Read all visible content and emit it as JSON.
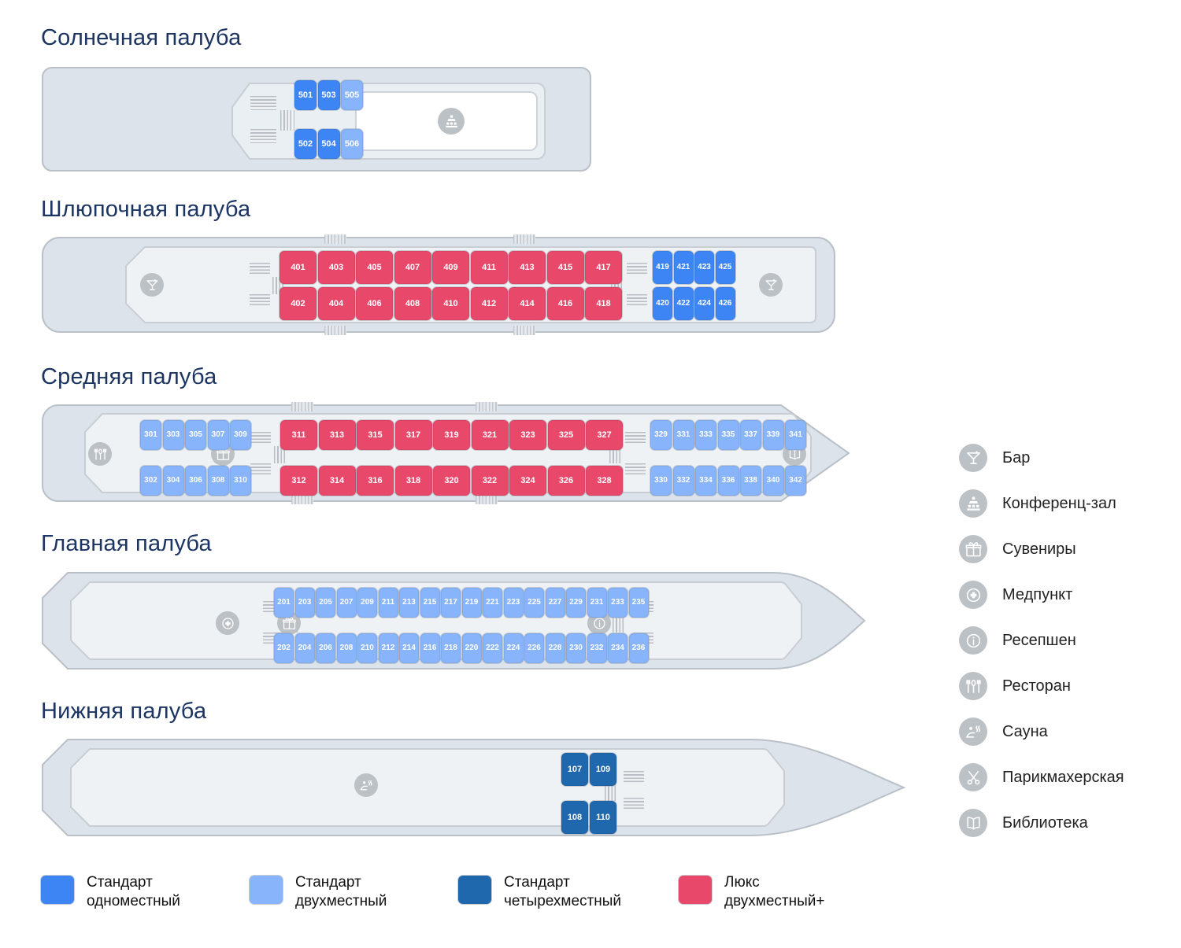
{
  "decks": [
    {
      "id": "sun",
      "title": "Солнечная палуба",
      "cabins": [
        {
          "n": "501",
          "type": "single"
        },
        {
          "n": "503",
          "type": "single"
        },
        {
          "n": "505",
          "type": "double"
        },
        {
          "n": "502",
          "type": "single"
        },
        {
          "n": "504",
          "type": "single"
        },
        {
          "n": "506",
          "type": "double"
        }
      ],
      "facilities": [
        "conference-hall"
      ]
    },
    {
      "id": "boat",
      "title": "Шлюпочная палуба",
      "cabins": [
        {
          "n": "401",
          "type": "lux"
        },
        {
          "n": "403",
          "type": "lux"
        },
        {
          "n": "405",
          "type": "lux"
        },
        {
          "n": "407",
          "type": "lux"
        },
        {
          "n": "409",
          "type": "lux"
        },
        {
          "n": "411",
          "type": "lux"
        },
        {
          "n": "413",
          "type": "lux"
        },
        {
          "n": "415",
          "type": "lux"
        },
        {
          "n": "417",
          "type": "lux"
        },
        {
          "n": "419",
          "type": "single"
        },
        {
          "n": "421",
          "type": "single"
        },
        {
          "n": "423",
          "type": "single"
        },
        {
          "n": "425",
          "type": "single"
        },
        {
          "n": "402",
          "type": "lux"
        },
        {
          "n": "404",
          "type": "lux"
        },
        {
          "n": "406",
          "type": "lux"
        },
        {
          "n": "408",
          "type": "lux"
        },
        {
          "n": "410",
          "type": "lux"
        },
        {
          "n": "412",
          "type": "lux"
        },
        {
          "n": "414",
          "type": "lux"
        },
        {
          "n": "416",
          "type": "lux"
        },
        {
          "n": "418",
          "type": "lux"
        },
        {
          "n": "420",
          "type": "single"
        },
        {
          "n": "422",
          "type": "single"
        },
        {
          "n": "424",
          "type": "single"
        },
        {
          "n": "426",
          "type": "single"
        }
      ],
      "facilities": [
        "bar",
        "bar"
      ]
    },
    {
      "id": "middle",
      "title": "Средняя палуба",
      "cabins": [
        {
          "n": "301",
          "type": "double"
        },
        {
          "n": "303",
          "type": "double"
        },
        {
          "n": "305",
          "type": "double"
        },
        {
          "n": "307",
          "type": "double"
        },
        {
          "n": "309",
          "type": "double"
        },
        {
          "n": "311",
          "type": "lux"
        },
        {
          "n": "313",
          "type": "lux"
        },
        {
          "n": "315",
          "type": "lux"
        },
        {
          "n": "317",
          "type": "lux"
        },
        {
          "n": "319",
          "type": "lux"
        },
        {
          "n": "321",
          "type": "lux"
        },
        {
          "n": "323",
          "type": "lux"
        },
        {
          "n": "325",
          "type": "lux"
        },
        {
          "n": "327",
          "type": "lux"
        },
        {
          "n": "329",
          "type": "double"
        },
        {
          "n": "331",
          "type": "double"
        },
        {
          "n": "333",
          "type": "double"
        },
        {
          "n": "335",
          "type": "double"
        },
        {
          "n": "337",
          "type": "double"
        },
        {
          "n": "339",
          "type": "double"
        },
        {
          "n": "341",
          "type": "double"
        },
        {
          "n": "302",
          "type": "double"
        },
        {
          "n": "304",
          "type": "double"
        },
        {
          "n": "306",
          "type": "double"
        },
        {
          "n": "308",
          "type": "double"
        },
        {
          "n": "310",
          "type": "double"
        },
        {
          "n": "312",
          "type": "lux"
        },
        {
          "n": "314",
          "type": "lux"
        },
        {
          "n": "316",
          "type": "lux"
        },
        {
          "n": "318",
          "type": "lux"
        },
        {
          "n": "320",
          "type": "lux"
        },
        {
          "n": "322",
          "type": "lux"
        },
        {
          "n": "324",
          "type": "lux"
        },
        {
          "n": "326",
          "type": "lux"
        },
        {
          "n": "328",
          "type": "lux"
        },
        {
          "n": "330",
          "type": "double"
        },
        {
          "n": "332",
          "type": "double"
        },
        {
          "n": "334",
          "type": "double"
        },
        {
          "n": "336",
          "type": "double"
        },
        {
          "n": "338",
          "type": "double"
        },
        {
          "n": "340",
          "type": "double"
        },
        {
          "n": "342",
          "type": "double"
        }
      ],
      "facilities": [
        "restaurant",
        "souvenirs",
        "library"
      ]
    },
    {
      "id": "main",
      "title": "Главная палуба",
      "cabins": [
        {
          "n": "201",
          "type": "double"
        },
        {
          "n": "203",
          "type": "double"
        },
        {
          "n": "205",
          "type": "double"
        },
        {
          "n": "207",
          "type": "double"
        },
        {
          "n": "209",
          "type": "double"
        },
        {
          "n": "211",
          "type": "double"
        },
        {
          "n": "213",
          "type": "double"
        },
        {
          "n": "215",
          "type": "double"
        },
        {
          "n": "217",
          "type": "double"
        },
        {
          "n": "219",
          "type": "double"
        },
        {
          "n": "221",
          "type": "double"
        },
        {
          "n": "223",
          "type": "double"
        },
        {
          "n": "225",
          "type": "double"
        },
        {
          "n": "227",
          "type": "double"
        },
        {
          "n": "229",
          "type": "double"
        },
        {
          "n": "231",
          "type": "double"
        },
        {
          "n": "233",
          "type": "double"
        },
        {
          "n": "235",
          "type": "double"
        },
        {
          "n": "202",
          "type": "double"
        },
        {
          "n": "204",
          "type": "double"
        },
        {
          "n": "206",
          "type": "double"
        },
        {
          "n": "208",
          "type": "double"
        },
        {
          "n": "210",
          "type": "double"
        },
        {
          "n": "212",
          "type": "double"
        },
        {
          "n": "214",
          "type": "double"
        },
        {
          "n": "216",
          "type": "double"
        },
        {
          "n": "218",
          "type": "double"
        },
        {
          "n": "220",
          "type": "double"
        },
        {
          "n": "222",
          "type": "double"
        },
        {
          "n": "224",
          "type": "double"
        },
        {
          "n": "226",
          "type": "double"
        },
        {
          "n": "228",
          "type": "double"
        },
        {
          "n": "230",
          "type": "double"
        },
        {
          "n": "232",
          "type": "double"
        },
        {
          "n": "234",
          "type": "double"
        },
        {
          "n": "236",
          "type": "double"
        }
      ],
      "facilities": [
        "medical",
        "souvenirs",
        "reception"
      ]
    },
    {
      "id": "lower",
      "title": "Нижняя палуба",
      "cabins": [
        {
          "n": "107",
          "type": "quad"
        },
        {
          "n": "109",
          "type": "quad"
        },
        {
          "n": "108",
          "type": "quad"
        },
        {
          "n": "110",
          "type": "quad"
        }
      ],
      "facilities": [
        "sauna"
      ]
    }
  ],
  "facilities_legend": [
    {
      "icon": "bar-icon",
      "label": "Бар"
    },
    {
      "icon": "conference-hall-icon",
      "label": "Конференц-зал"
    },
    {
      "icon": "souvenirs-icon",
      "label": "Сувениры"
    },
    {
      "icon": "medical-icon",
      "label": "Медпункт"
    },
    {
      "icon": "reception-icon",
      "label": "Ресепшен"
    },
    {
      "icon": "restaurant-icon",
      "label": "Ресторан"
    },
    {
      "icon": "sauna-icon",
      "label": "Сауна"
    },
    {
      "icon": "hairdresser-icon",
      "label": "Парикмахерская"
    },
    {
      "icon": "library-icon",
      "label": "Библиотека"
    }
  ],
  "cabin_legend": [
    {
      "key": "single",
      "label": "Стандарт\nодноместный",
      "color": "#3d85f5"
    },
    {
      "key": "double",
      "label": "Стандарт\nдвухместный",
      "color": "#87b4fa"
    },
    {
      "key": "quad",
      "label": "Стандарт\nчетырехместный",
      "color": "#2068ad"
    },
    {
      "key": "lux",
      "label": "Люкс\nдвухместный+",
      "color": "#e8496b"
    }
  ],
  "colors": {
    "title": "#1c3461",
    "hull_fill": "#dde3ea",
    "hull_stroke": "#b9c0c8",
    "deck_fill": "#eaeff3",
    "white_room": "#ffffff",
    "icon_circle": "#bcc1c6"
  },
  "titles": {
    "sun": "Солнечная палуба",
    "boat": "Шлюпочная палуба",
    "middle": "Средняя палуба",
    "main": "Главная палуба",
    "lower": "Нижняя палуба"
  }
}
